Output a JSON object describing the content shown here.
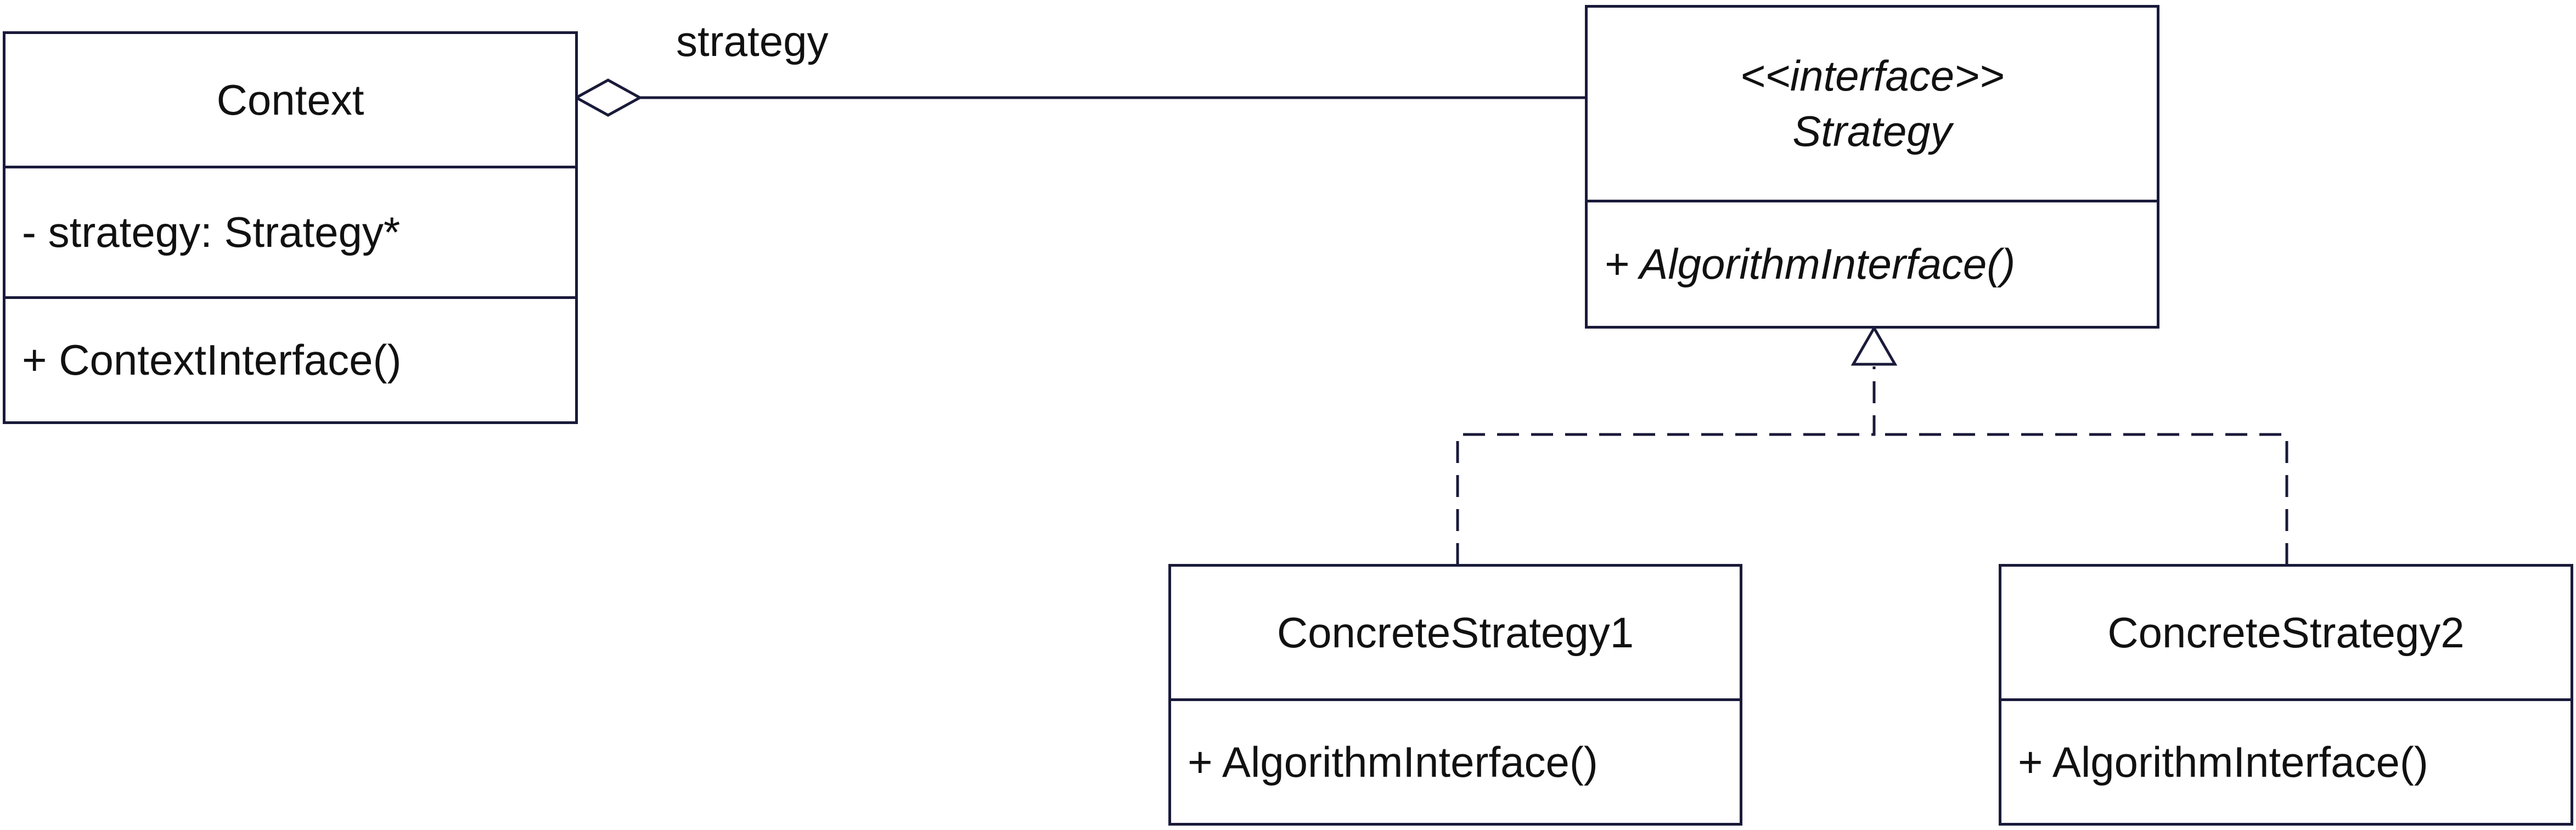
{
  "diagram": {
    "association": {
      "role_label": "strategy"
    },
    "classes": {
      "context": {
        "name": "Context",
        "attribute": "- strategy: Strategy*",
        "operation": "+ ContextInterface()"
      },
      "strategy": {
        "stereotype": "<<interface>>",
        "name": "Strategy",
        "operation": "+ AlgorithmInterface()"
      },
      "concrete1": {
        "name": "ConcreteStrategy1",
        "operation": "+ AlgorithmInterface()"
      },
      "concrete2": {
        "name": "ConcreteStrategy2",
        "operation": "+ AlgorithmInterface()"
      }
    }
  }
}
